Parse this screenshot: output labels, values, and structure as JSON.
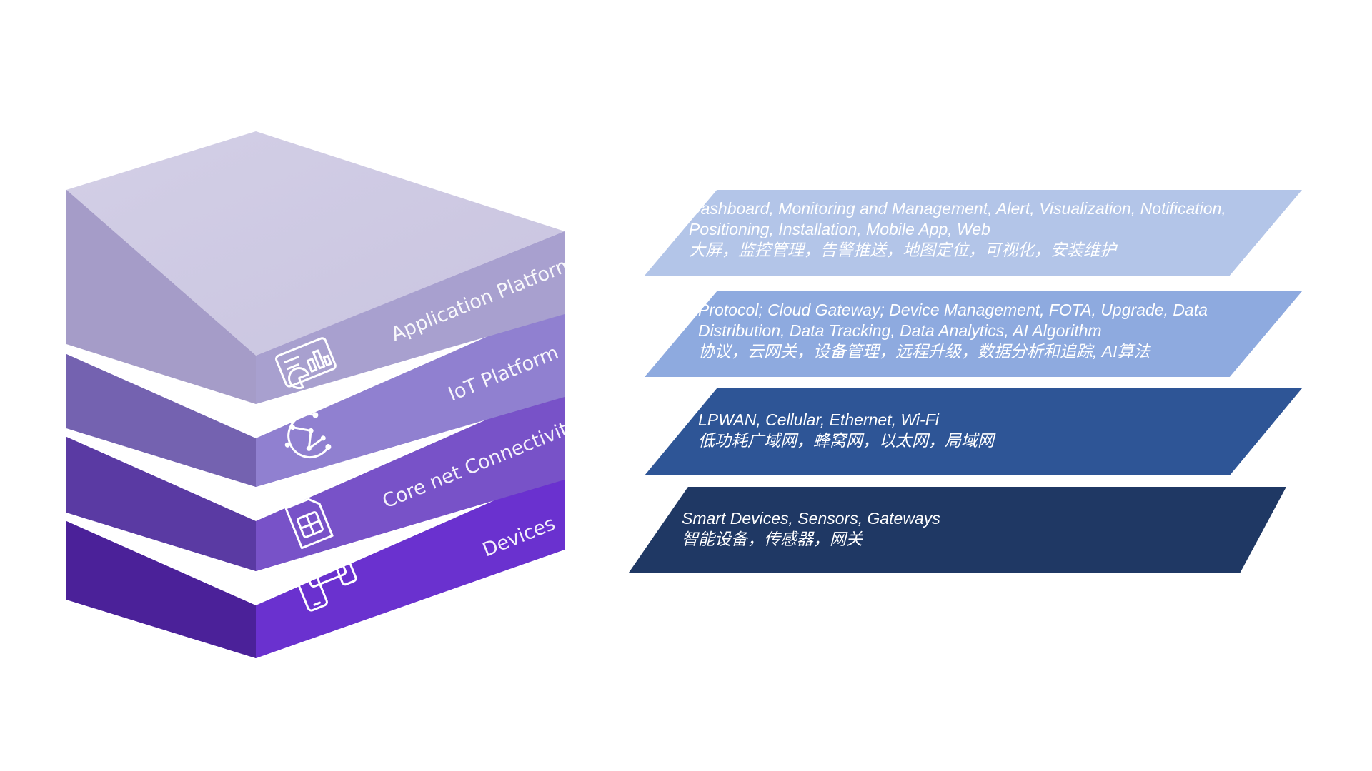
{
  "layers": [
    {
      "id": "application",
      "label": "Application Platform",
      "icon": "dashboard-icon"
    },
    {
      "id": "iot",
      "label": "IoT  Platform",
      "icon": "network-nodes-icon"
    },
    {
      "id": "connectivity",
      "label": "Core net Connectivity",
      "icon": "sim-card-icon"
    },
    {
      "id": "devices",
      "label": "Devices",
      "icon": "devices-icon"
    }
  ],
  "bands": [
    {
      "id": "application",
      "color": "#b3c5e8",
      "lines": [
        "Dashboard, Monitoring and Management, Alert, Visualization, Notification,",
        "Positioning, Installation, Mobile App, Web",
        "大屏，监控管理，告警推送，地图定位，可视化，安装维护"
      ]
    },
    {
      "id": "iot",
      "color": "#8eaadf",
      "lines": [
        "Protocol; Cloud Gateway; Device Management,  FOTA, Upgrade, Data",
        "Distribution, Data Tracking, Data Analytics, AI Algorithm",
        "协议，云网关，设备管理，远程升级，数据分析和追踪, AI算法"
      ]
    },
    {
      "id": "connectivity",
      "color": "#2e5596",
      "lines": [
        "LPWAN, Cellular, Ethernet, Wi-Fi",
        "低功耗广域网，蜂窝网，以太网，局域网"
      ]
    },
    {
      "id": "devices",
      "color": "#1f3864",
      "lines": [
        "Smart Devices, Sensors, Gateways",
        "智能设备，传感器，网关"
      ]
    }
  ]
}
